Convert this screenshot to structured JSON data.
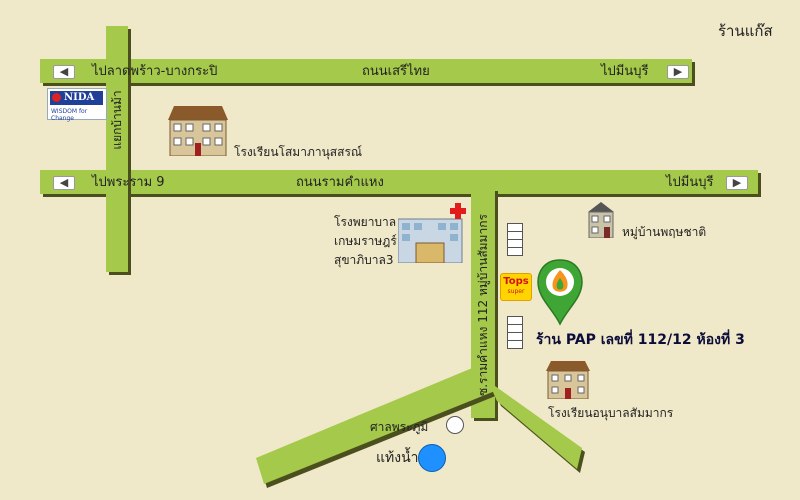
{
  "map": {
    "shop_gas": "ร้านแก๊ส",
    "roads": {
      "top_left_label": "ไปลาดพร้าว-บางกระปิ",
      "top_center_label": "ถนนเสรีไทย",
      "top_right_label": "ไปมีนบุรี",
      "mid_left_label": "ไปพระราม 9",
      "mid_center_label": "ถนนรามคำแหง",
      "mid_right_label": "ไปมีนบุรี",
      "vertical_left_label": "แยกบ้านม้า",
      "vertical_center_label": "ซ.รามคำแหง 112 หมู่บ้านสัมมากร"
    },
    "landmarks": {
      "school_top": "โรงเรียนโสมาภานุสสรณ์",
      "hospital_line1": "โรงพยาบาล",
      "hospital_line2": "เกษมราษฎร์",
      "hospital_line3": "สุขาภิบาล3",
      "village": "หมู่บ้านพฤษชาติ",
      "school_bottom": "โรงเรียนอนุบาลสัมมากร",
      "shrine": "ศาลพระภูมิ",
      "water_tank": "แท้งน้ำ"
    },
    "nida": {
      "name": "NIDA",
      "slogan": "WISDOM for Change"
    },
    "tops": {
      "name": "Tops",
      "sub": "super"
    },
    "destination": "ร้าน PAP เลขที่ 112/12 ห้องที่ 3"
  },
  "colors": {
    "background": "#efe9c9",
    "road": "#a5c94a",
    "road_shadow": "#4b4f1e",
    "pin_green": "#3fa535",
    "pin_orange": "#f7941d",
    "water": "#1e90ff",
    "hospital_cross": "#e21c1c"
  },
  "icons": [
    "arrow-left-icon",
    "arrow-right-icon",
    "school-building-icon",
    "hospital-building-icon",
    "house-icon",
    "map-pin-icon",
    "red-cross-icon"
  ]
}
